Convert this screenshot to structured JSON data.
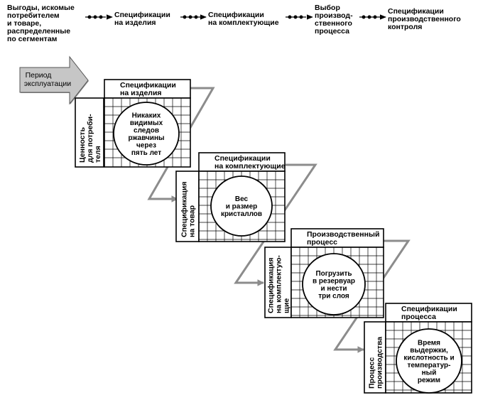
{
  "header": {
    "stages": [
      [
        "Выгоды, искомые",
        "потребителем",
        "и товаре,",
        "распределенные",
        "по сегментам"
      ],
      [
        "Спецификации",
        "на изделия"
      ],
      [
        "Спецификации",
        "на комплектующие"
      ],
      [
        "Выбор",
        "производ-",
        "ственного",
        "процесса"
      ],
      [
        "Спецификации",
        "производственного",
        "контроля"
      ]
    ]
  },
  "period": [
    "Период",
    "эксплуатации"
  ],
  "houses": [
    {
      "roof": [
        "Спецификации",
        "на изделия"
      ],
      "side": [
        "Ценность",
        "для потреби-",
        "теля"
      ],
      "center": [
        "Никаких",
        "видимых",
        "следов",
        "ржавчины",
        "через",
        "пять лет"
      ]
    },
    {
      "roof": [
        "Спецификации",
        "на комплектующие"
      ],
      "side": [
        "Спецификация",
        "на товар"
      ],
      "center": [
        "Вес",
        "и размер",
        "кристаллов"
      ]
    },
    {
      "roof": [
        "Производственный",
        "процесс"
      ],
      "side": [
        "Спецификация",
        "на комплектую-",
        "щие"
      ],
      "center": [
        "Погрузить",
        "в резервуар",
        "и нести",
        "три слоя"
      ]
    },
    {
      "roof": [
        "Спецификации",
        "процесса"
      ],
      "side": [
        "Процесс",
        "производства"
      ],
      "center": [
        "Время",
        "выдержки,",
        "кислотность и",
        "температур-",
        "ный",
        "режим"
      ]
    }
  ]
}
